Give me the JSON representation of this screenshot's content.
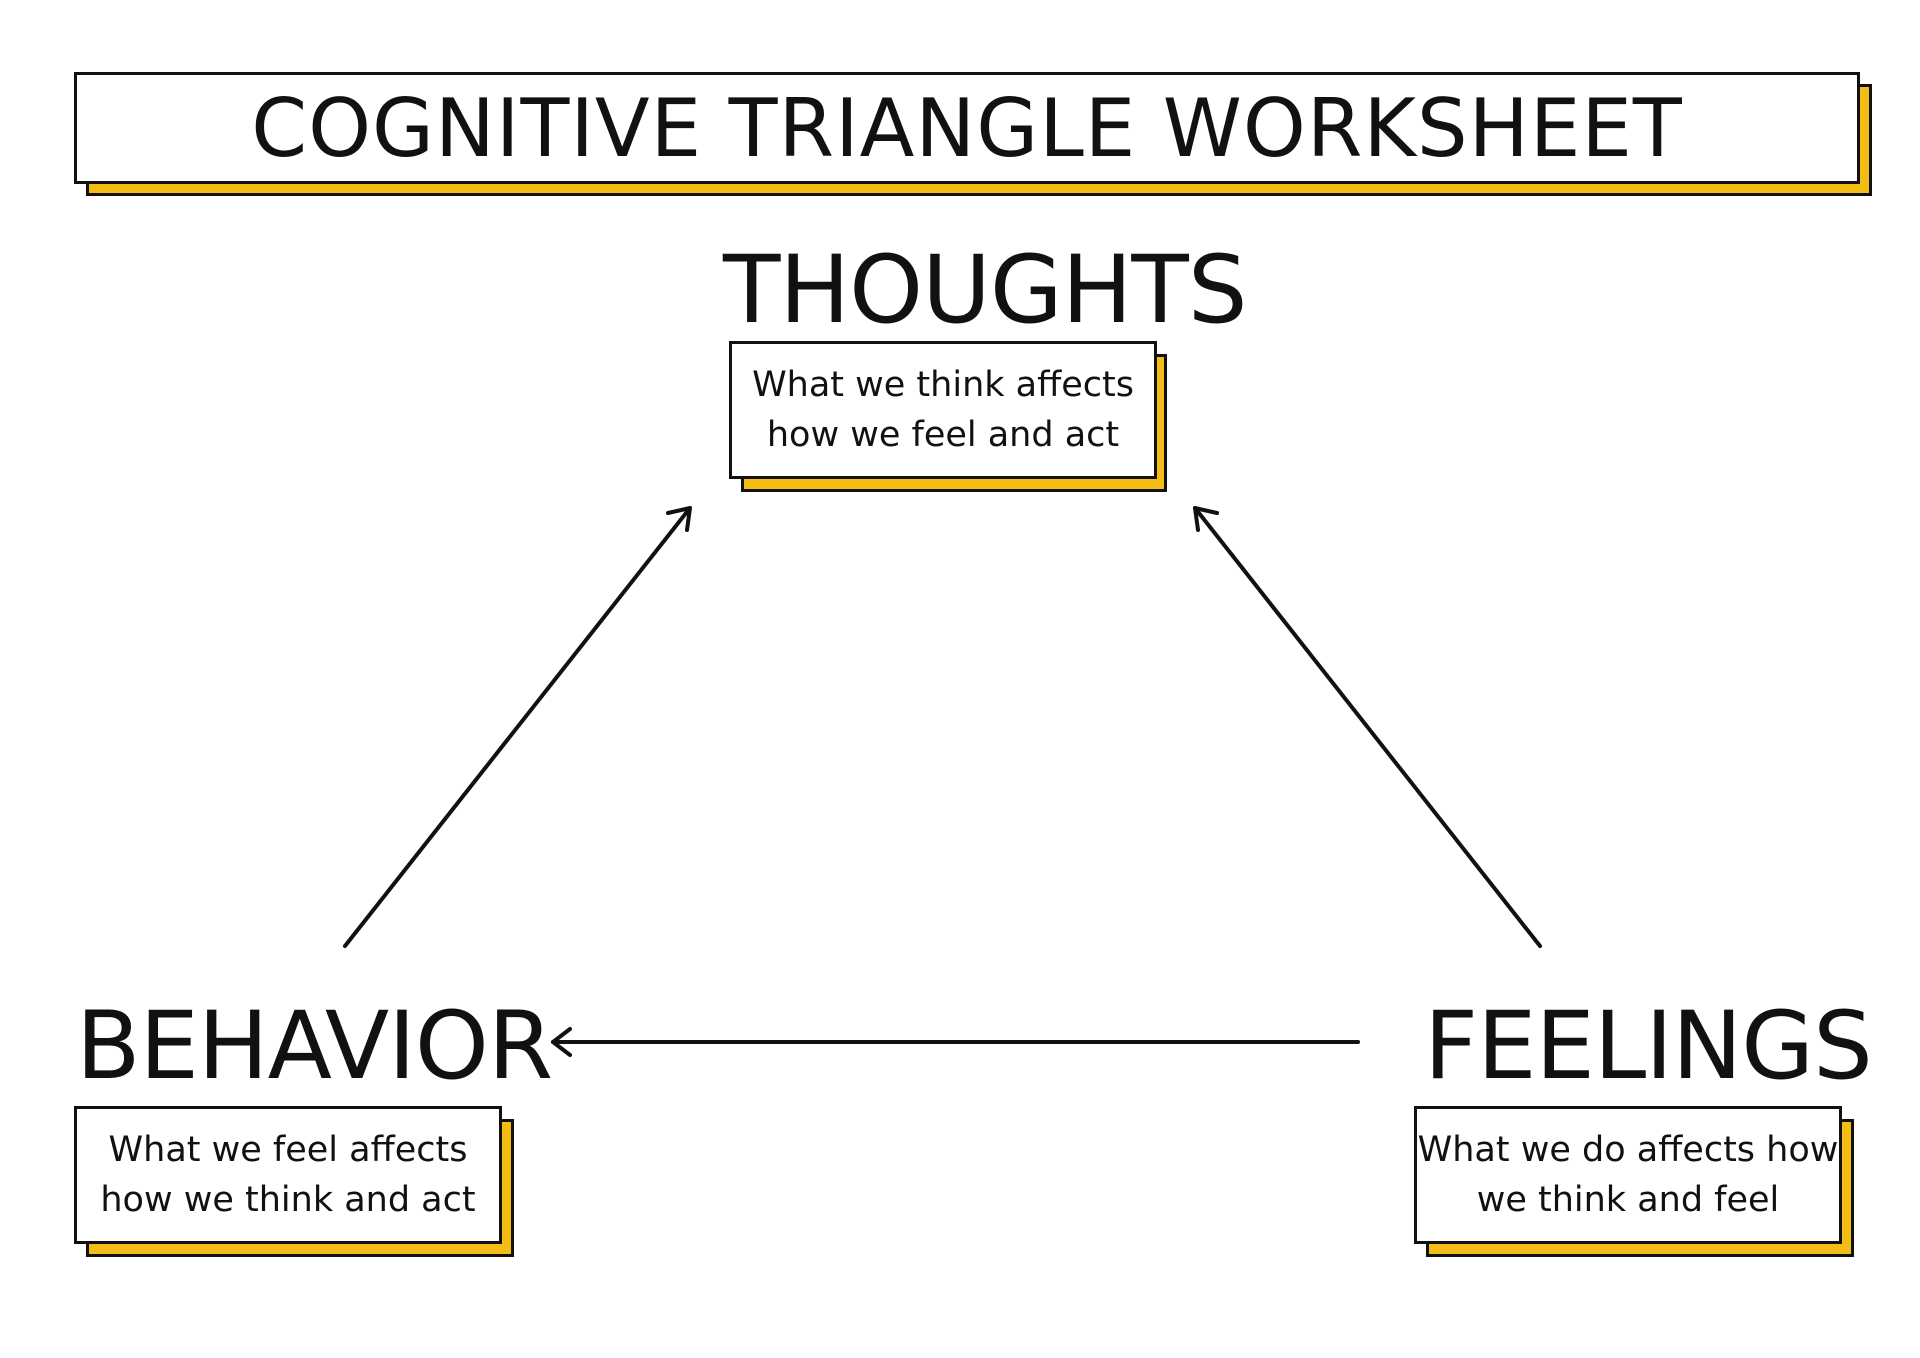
{
  "title": "COGNITIVE TRIANGLE WORKSHEET",
  "colors": {
    "accent": "#f4bd16",
    "ink": "#111111",
    "background": "#ffffff"
  },
  "nodes": {
    "thoughts": {
      "heading": "THOUGHTS",
      "lines": [
        "What we think affects",
        "how we feel and act"
      ]
    },
    "behavior": {
      "heading": "BEHAVIOR",
      "lines": [
        "What we feel affects",
        "how we think and act"
      ]
    },
    "feelings": {
      "heading": "FEELINGS",
      "lines": [
        "What we do affects how",
        "we think and feel"
      ]
    }
  },
  "arrows": [
    {
      "from": "behavior",
      "to": "thoughts",
      "icon": "arrow-up-right-icon"
    },
    {
      "from": "feelings",
      "to": "thoughts",
      "icon": "arrow-up-left-icon"
    },
    {
      "from": "feelings",
      "to": "behavior",
      "icon": "arrow-left-icon"
    }
  ]
}
